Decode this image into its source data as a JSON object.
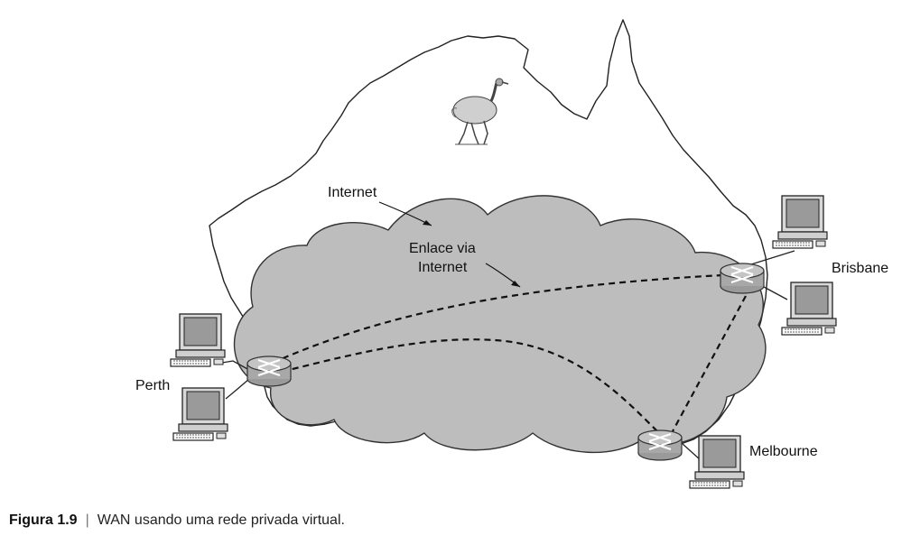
{
  "labels": {
    "internet": "Internet",
    "link_line1": "Enlace via",
    "link_line2": "Internet",
    "perth": "Perth",
    "brisbane": "Brisbane",
    "melbourne": "Melbourne"
  },
  "caption": {
    "figure": "Figura 1.9",
    "separator": "|",
    "text": "WAN usando uma rede privada virtual."
  }
}
